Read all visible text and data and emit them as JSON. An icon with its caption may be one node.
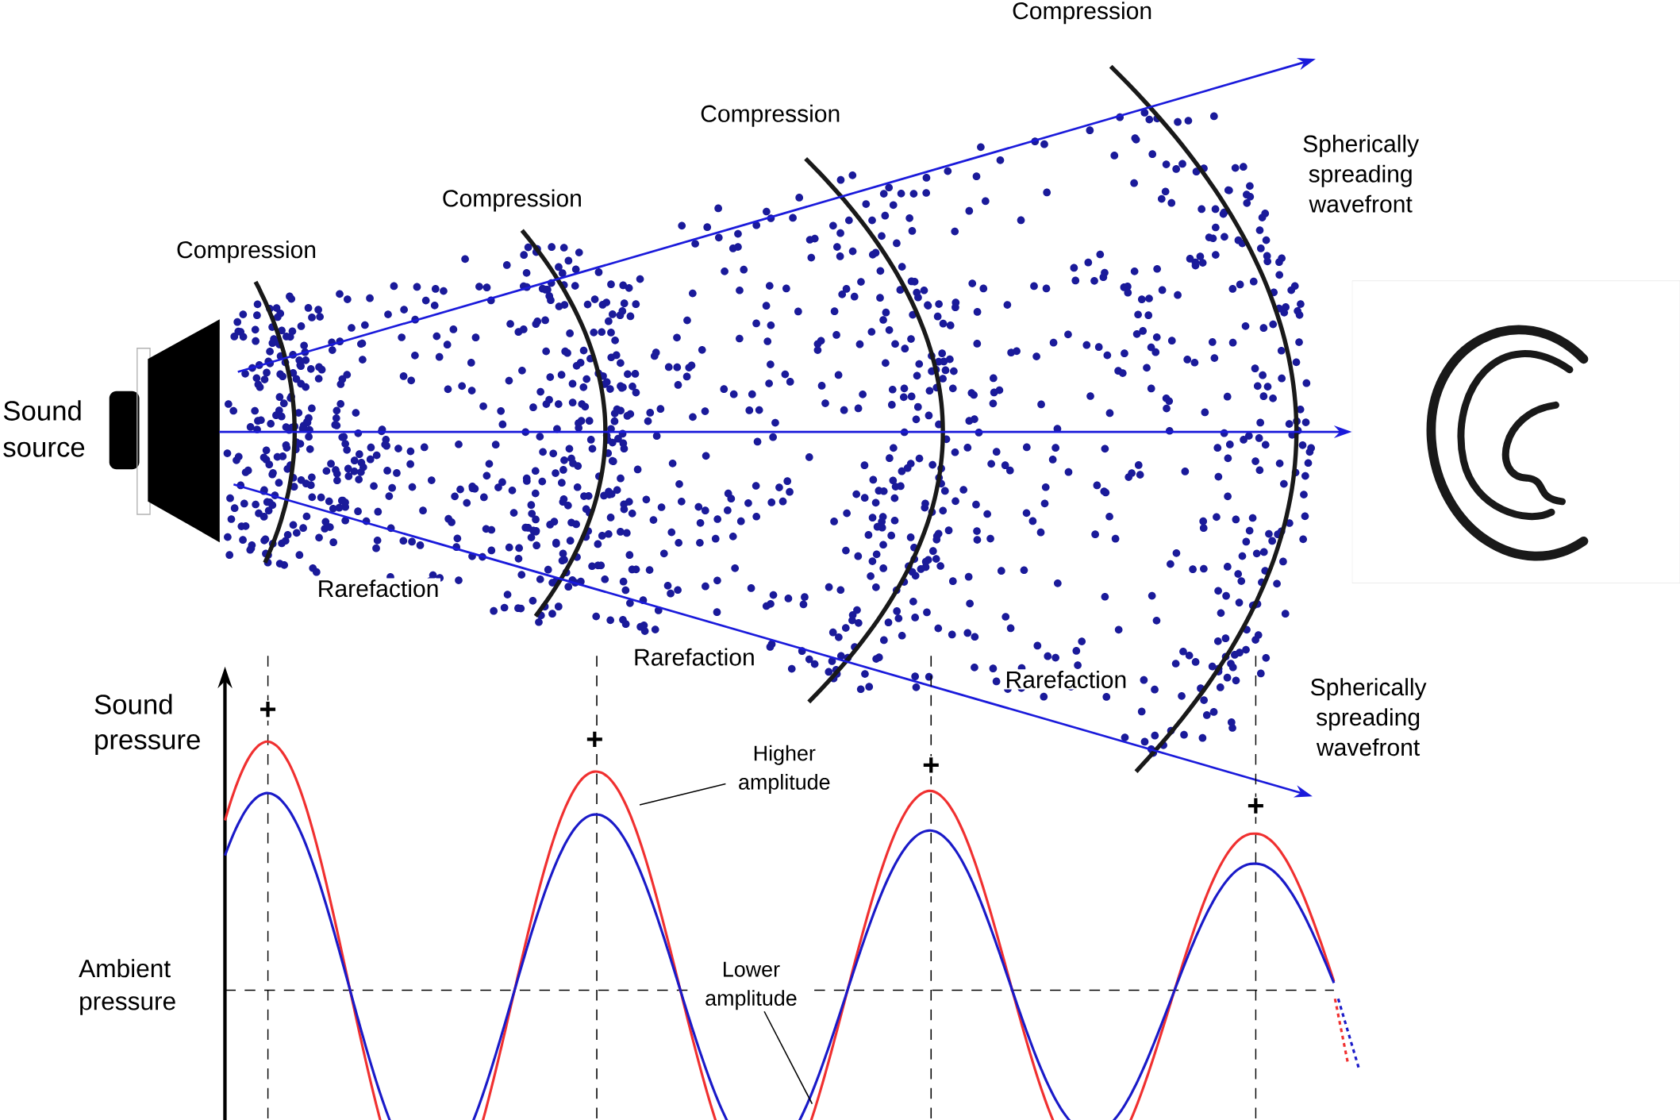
{
  "diagram": {
    "nodes": [
      {
        "text": [],
        "shape": "picture",
        "beside": [
          "Sound source"
        ]
      },
      {
        "text": [],
        "shape": "picture"
      },
      {
        "text": [
          "Higher amplitude"
        ]
      },
      {
        "text": [
          "Lower amplitude"
        ]
      }
    ],
    "edges": [
      {
        "from": 0,
        "to": 1,
        "arrow": "to",
        "color": "#1a1adb"
      },
      {
        "from": 2,
        "to": null,
        "arrow": "none"
      },
      {
        "from": 3,
        "to": null,
        "arrow": "none"
      }
    ],
    "labels": [
      "Compression",
      "Compression",
      "Spherically spreading wavefront",
      "Compression",
      "Compression",
      "Rarefaction",
      "Rarefaction",
      "Rarefaction",
      "+",
      "Spherically spreading wavefront",
      "Sound pressure",
      "+",
      "+",
      "+",
      "Ambient pressure"
    ]
  }
}
